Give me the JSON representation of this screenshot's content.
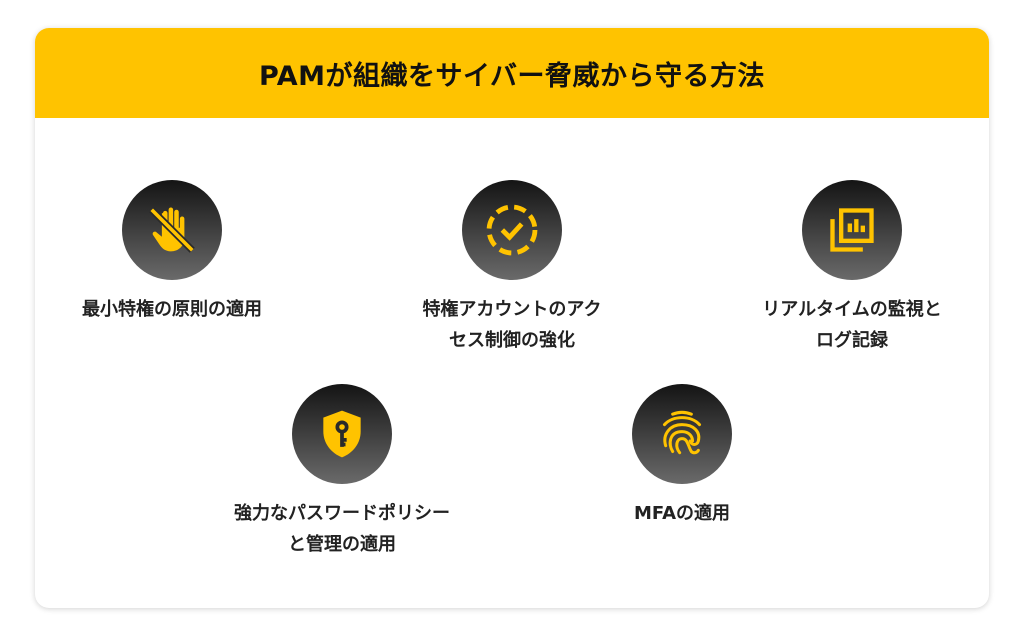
{
  "title": "PAMが組織をサイバー脅威から守る方法",
  "colors": {
    "accent": "#FFC300",
    "icon_bg_top": "#141414",
    "icon_bg_bottom": "#6a6a6a",
    "text": "#222222"
  },
  "items": [
    {
      "icon": "hand-off-icon",
      "line1": "最小特権の原則の適用",
      "line2": ""
    },
    {
      "icon": "dashed-circle-check-icon",
      "line1": "特権アカウントのアク",
      "line2": "セス制御の強化"
    },
    {
      "icon": "report-library-icon",
      "line1": "リアルタイムの監視と",
      "line2": "ログ記録"
    },
    {
      "icon": "shield-key-icon",
      "line1": "強力なパスワードポリシー",
      "line2": "と管理の適用"
    },
    {
      "icon": "fingerprint-icon",
      "line1": "MFAの適用",
      "line2": ""
    }
  ]
}
